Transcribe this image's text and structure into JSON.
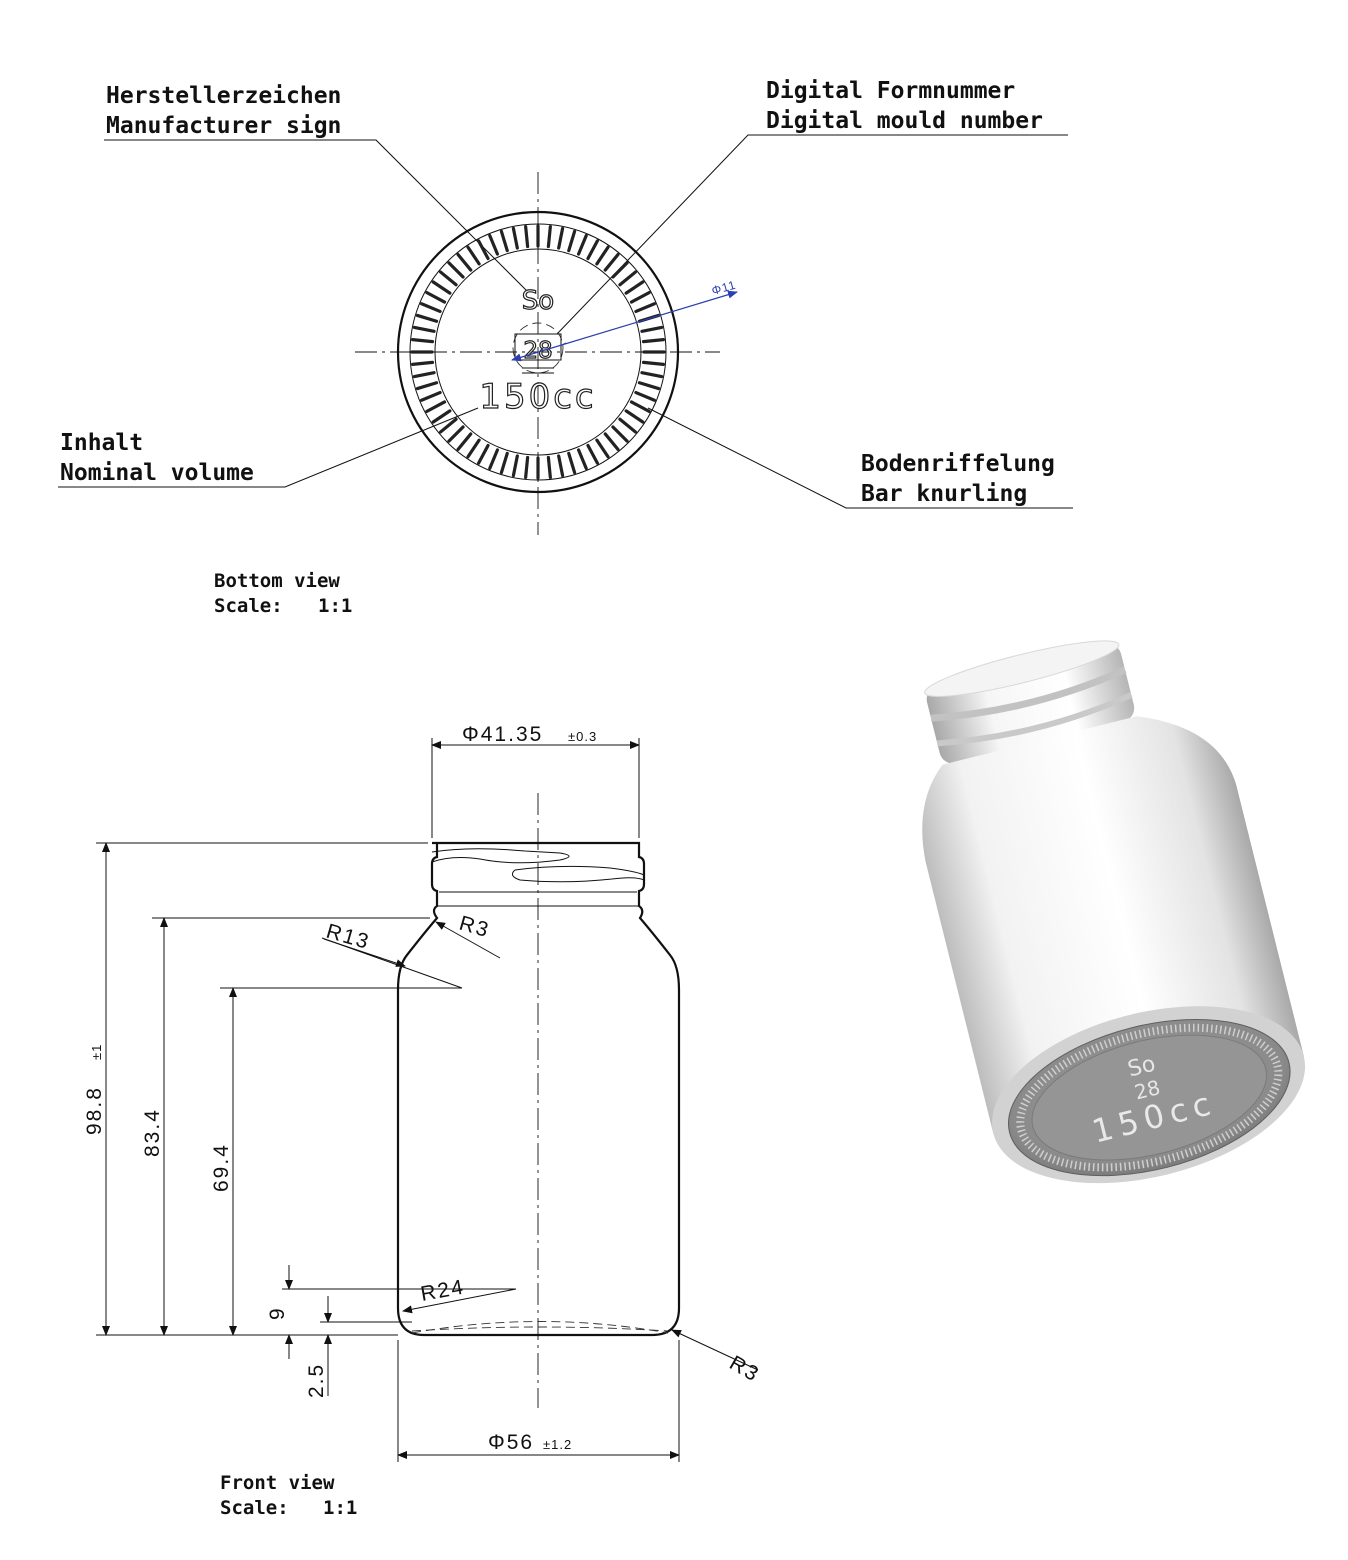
{
  "callouts": {
    "manufacturer": {
      "de": "Herstellerzeichen",
      "en": "Manufacturer sign"
    },
    "mould": {
      "de": "Digital Formnummer",
      "en": "Digital mould number"
    },
    "volume": {
      "de": "Inhalt",
      "en": "Nominal volume"
    },
    "knurling": {
      "de": "Bodenriffelung",
      "en": "Bar knurling"
    }
  },
  "bottom_view": {
    "caption": "Bottom view",
    "scale_label": "Scale:",
    "scale": "1:1",
    "logo_text": "So",
    "mould_number": "28",
    "volume_text": "150cc",
    "mould_circle_diameter": "Φ11"
  },
  "front_view": {
    "caption": "Front view",
    "scale_label": "Scale:",
    "scale": "1:1",
    "dimensions": {
      "neck_diameter": "Φ41.35",
      "neck_tolerance": "±0.3",
      "total_height": "98.8",
      "total_height_tolerance": "±1",
      "shoulder_height": "83.4",
      "body_height": "69.4",
      "base_recess": "9",
      "base_push_up": "2.5",
      "body_diameter": "Φ56",
      "body_diameter_tolerance": "±1.2",
      "shoulder_radius_outer": "R13",
      "shoulder_radius_inner": "R3",
      "base_radius": "R24",
      "heel_radius": "R3"
    }
  },
  "render_3d": {
    "logo_text": "So",
    "mould_number": "28",
    "volume_text": "150cc"
  }
}
